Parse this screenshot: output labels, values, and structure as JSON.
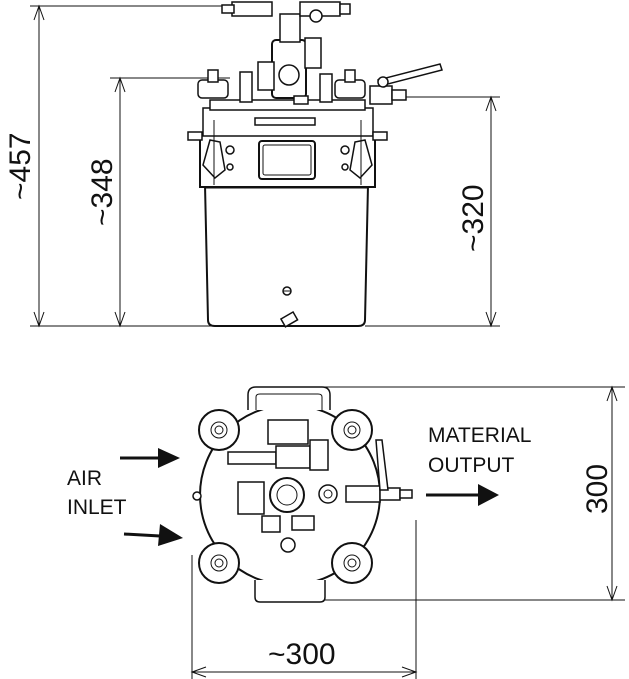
{
  "dimensions": {
    "total_height": "~457",
    "tank_height": "~348",
    "body_height": "~320",
    "depth": "300",
    "width": "~300"
  },
  "labels": {
    "air_inlet_line1": "AIR",
    "air_inlet_line2": "INLET",
    "material_output_line1": "MATERIAL",
    "material_output_line2": "OUTPUT"
  }
}
